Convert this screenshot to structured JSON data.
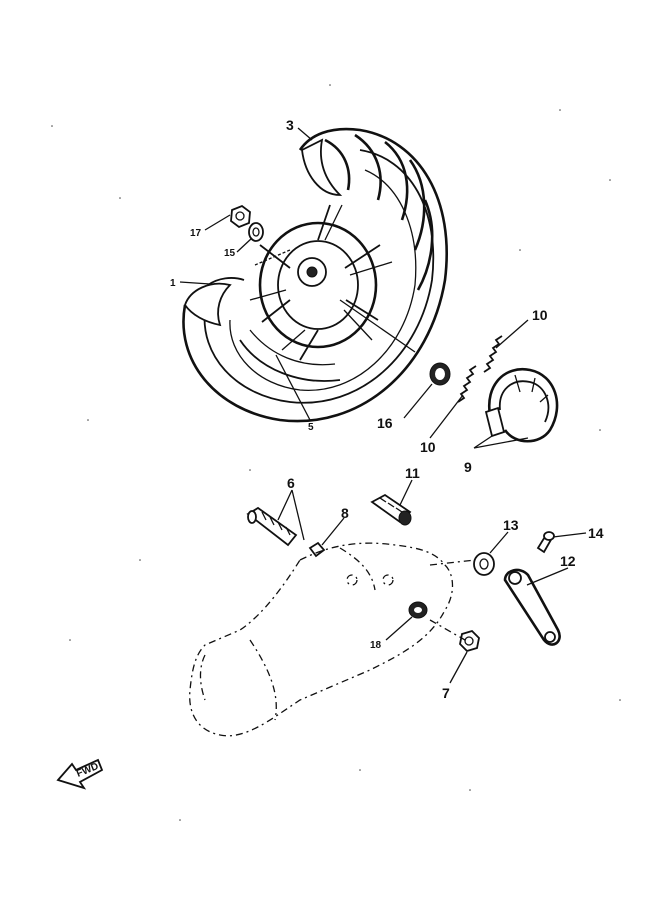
{
  "callouts": {
    "c1": "1",
    "c3": "3",
    "c5": "5",
    "c6": "6",
    "c7": "7",
    "c8": "8",
    "c9": "9",
    "c10a": "10",
    "c10b": "10",
    "c11": "11",
    "c12": "12",
    "c13": "13",
    "c14": "14",
    "c15": "15",
    "c16": "16",
    "c17": "17",
    "c18": "18"
  },
  "fwd_arrow": {
    "text": "FWD",
    "icon": "forward-arrow-icon"
  }
}
